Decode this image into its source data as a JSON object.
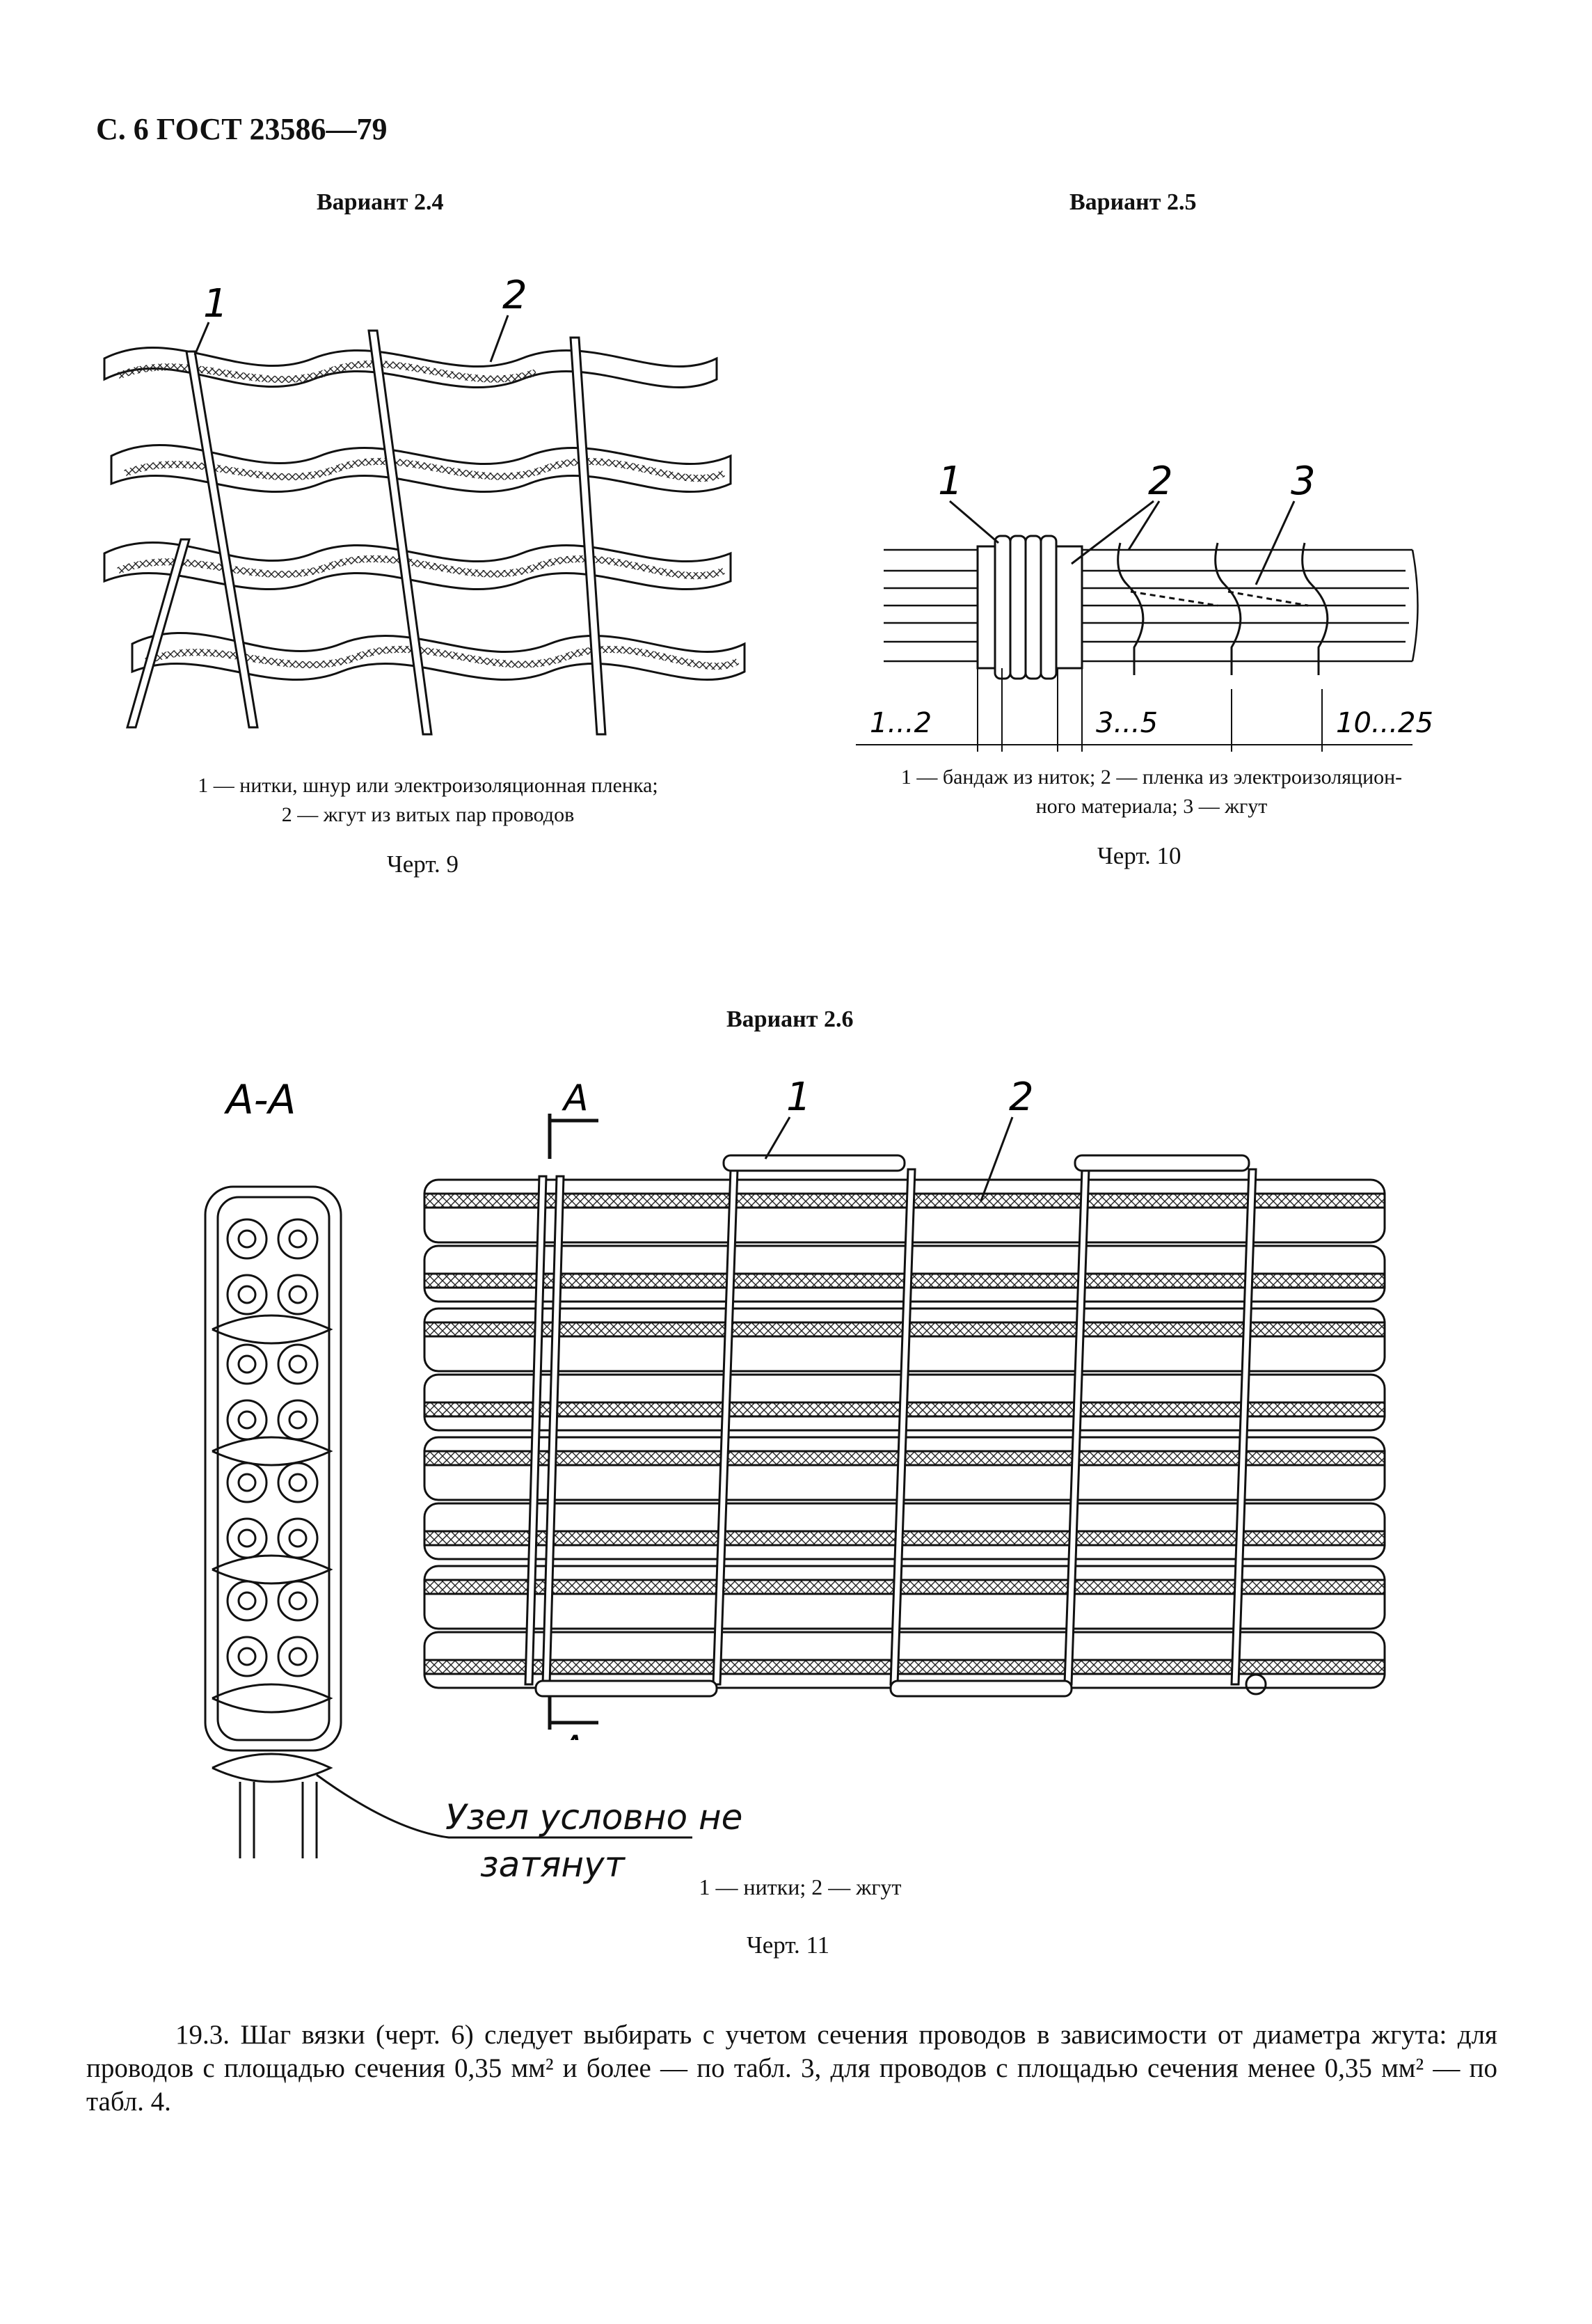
{
  "header": "С. 6 ГОСТ 23586—79",
  "fig9": {
    "variant": "Вариант 2.4",
    "label1": "1",
    "label2": "2",
    "caption_line1": "1 — нитки, шнур или электроизоляционная пленка;",
    "caption_line2": "2 — жгут из витых пар проводов",
    "chert": "Черт. 9"
  },
  "fig10": {
    "variant": "Вариант 2.5",
    "label1": "1",
    "label2": "2",
    "label3": "3",
    "dim1": "1...2",
    "dim2": "3...5",
    "dim3": "10...25",
    "caption_line1": "1 — бандаж из ниток; 2 — пленка из электроизоляцион-",
    "caption_line2": "ного материала; 3 — жгут",
    "chert": "Черт. 10"
  },
  "fig11": {
    "variant": "Вариант 2.6",
    "section_title": "А-А",
    "section_mark_top": "А",
    "section_mark_bottom": "А",
    "label1": "1",
    "label2": "2",
    "note_line1": "Узел условно не",
    "note_line2": "затянут",
    "caption": "1 — нитки; 2 — жгут",
    "chert": "Черт. 11"
  },
  "paragraph": "19.3. Шаг вязки (черт. 6) следует выбирать с учетом сечения проводов в зависимости от диаметра жгута: для проводов с площадью сечения 0,35 мм² и более — по табл. 3, для проводов с площадью сечения менее 0,35 мм² — по табл. 4."
}
